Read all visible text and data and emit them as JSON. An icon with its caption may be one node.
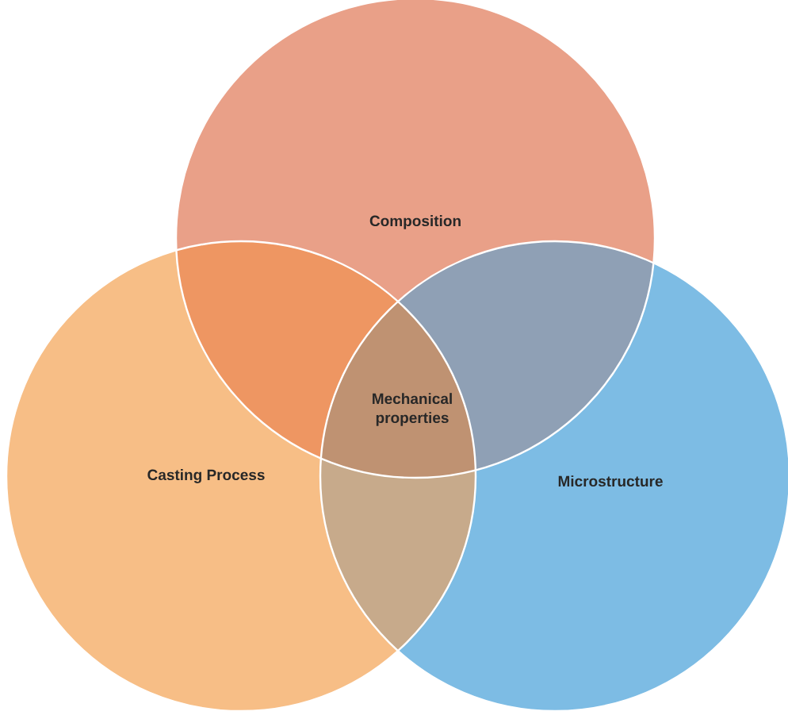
{
  "diagram": {
    "nodes": [
      {
        "text": [
          "Composition"
        ]
      },
      {
        "text": [
          "Casting Process"
        ]
      },
      {
        "text": [
          "Microstructure"
        ]
      }
    ],
    "labels": [
      "Mechanical properties"
    ]
  }
}
